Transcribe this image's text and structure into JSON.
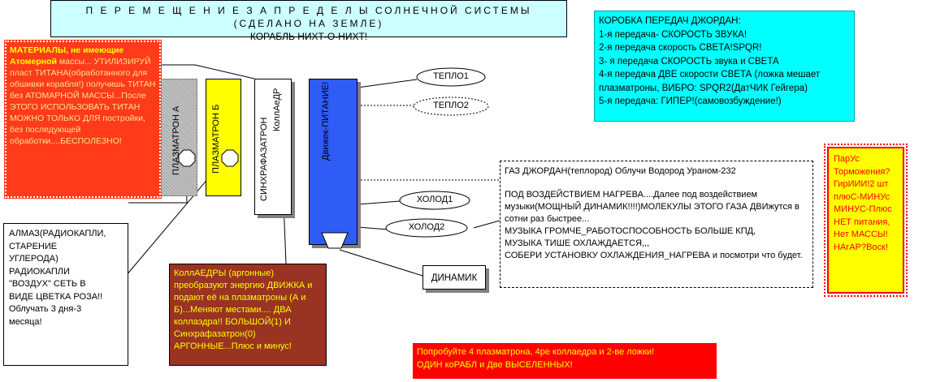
{
  "title": {
    "line1": "П Е Р Е М Е Щ Е Н И Е З А  П Р Е Д Е Л Ы СОЛНЕЧНОЙ СИСТЕМЫ     (СДЕЛАНО НА ЗЕМЛЕ)",
    "line2": "КОРАБЛЬ НИХТ-О-НИХТ!"
  },
  "gearbox": {
    "heading": "КОРОБКА ПЕРЕДАЧ ДЖОРДАН:",
    "lines": [
      "1-я передача- СКОРОСТЬ ЗВУКА!",
      "2-я передача скорость СВЕТА!SPQR!",
      "3- я передача СКОРОСТЬ звука и СВЕТА",
      "4-я  передача ДВЕ скорости СВЕТА (ложка мешает плазматроны, ВИБРО: SPQR2(ДатЧИК Гейгера)",
      "5-я передача: ГИПЕР!(самовозбуждение!)"
    ]
  },
  "materials": {
    "bold": "МАТЕРИАЛЫ, не имеющие Атомерной",
    "rest": "массы... УТИЛИЗИРУЙ пласт ТИТАНА(обработанного для обшивки корабля!) получишь ТИТАН без АТОМАРНОЙ МАССЫ...После ЭТОГО ИСПОЛЬЗОВАТЬ ТИТАН МОЖНО ТОЛЬКО ДЛЯ постройки, без последующей обработки....БЕСПОЛЕЗНО!"
  },
  "components": {
    "plasma_a": "ПЛАЗМАТРОН А",
    "plasma_b": "ПЛАЗМАТРОН Б",
    "sync": "СИНХРАФАЗАТРОН",
    "collider": "КоллАеДР",
    "drive": "Движек-ПИТАНИЕ!"
  },
  "heat": {
    "heat1": "ТЕПЛО1",
    "heat2": "ТЕПЛО2"
  },
  "cold": {
    "cold1": "ХОЛОД1",
    "cold2": "ХОЛОД2"
  },
  "dynamic": "ДИНАМИК",
  "gas": {
    "heading": "ГАЗ ДЖОРДАН(теплород) Облучи Водород Ураном-232",
    "lines": [
      "ПОД ВОЗДЕЙСТВИЕМ НАГРЕВА....Далее под воздействием музыки(МОЩНЫЙ ДИНАМИК!!!!)МОЛЕКУЛЫ ЭТОГО ГАЗА ДВИжутся в сотни раз быстрее...",
      "МУЗЫКА ГРОМЧЕ_РАБОТОСПОСОБНОСТЬ БОЛЬШЕ КПД,",
      "МУЗЫКА ТИШЕ ОХЛАЖДАЕТСЯ,,,",
      "СОБЕРИ УСТАНОВКУ ОХЛАЖДЕНИЯ_НАГРЕВА и посмотри что будет."
    ]
  },
  "parus": {
    "lines": [
      "ПарУс",
      "Торможения?",
      "ГирИИИ!2 шт",
      "плюС-МИНУс",
      "МИНУС-Плюс",
      "НЕТ питания,",
      "Нет МАССЫ!",
      "НАгАР?Воск!"
    ]
  },
  "almaz": {
    "lines": [
      "АЛМАЗ(РАДИОКАПЛИ,",
      "СТАРЕНИЕ",
      "УГЛЕРОДА)",
      "РАДИОКАПЛИ",
      "\"ВОЗДУХ\" СЕТЬ В",
      "ВИДЕ ЦВЕТКА РОЗА!!",
      "Облучать 3 дня-3",
      "месяца!"
    ]
  },
  "colliders": {
    "text": "КоллАЕДРЫ (аргонные) преобразуют энергию ДВИЖКА и подают её на плазматроны (А и Б)...Меняют местами.... ДВА коллаэдра!! БОЛЬШОЙ(1) И Синхрафазатрон(0) АРГОННЫЕ...Плюс и минус!"
  },
  "try": {
    "line1": "Попробуйте 4 плазматрона, 4ре коллаедра и 2-ве ложки!",
    "line2": "ОДИН коРАБЛ и Две ВЫСЕЛЕННЫХ!"
  },
  "colors": {
    "title_bg": "#ccffff",
    "gearbox_bg": "#00ffff",
    "materials_bg": "#ff3b1a",
    "plasma_b_bg": "#ffff00",
    "drive_bg": "#2f5cf5",
    "colliders_bg": "#993322",
    "parus_bg": "#ffff00",
    "try_bg": "#ff0000"
  }
}
